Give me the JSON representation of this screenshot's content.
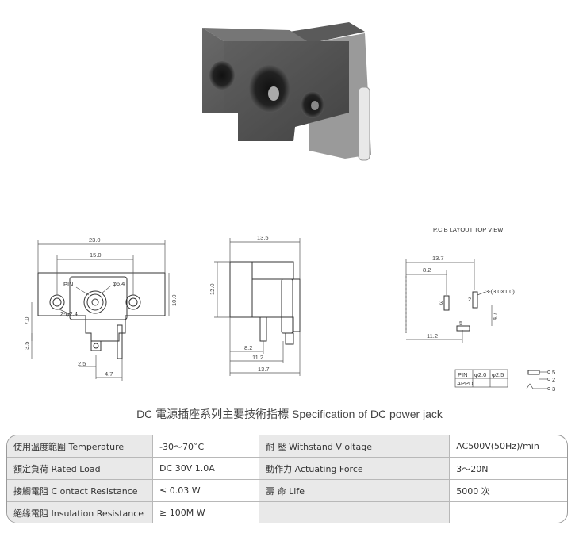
{
  "drawing": {
    "front": {
      "dim_width": "23.0",
      "dim_pitch": "15.0",
      "pin_label": "PIN",
      "dim_center_hole": "φ6.4",
      "dim_side_holes": "2-φ2.4",
      "dim_height": "10.0",
      "dim_center_height": "7.0",
      "dim_foot": "3.5",
      "dim_pin_offset": "2.5",
      "dim_pin_spacing": "4.7"
    },
    "side": {
      "dim_top": "13.5",
      "dim_height": "12.0",
      "dim_a": "8.2",
      "dim_b": "11.2",
      "dim_c": "13.7"
    },
    "pcb": {
      "header": "P.C.B LAYOUT    TOP VIEW",
      "dim_width": "13.7",
      "dim_a": "8.2",
      "dim_b": "11.2",
      "slot_label": "3-(3.0×1.0)",
      "pin_3": "3",
      "pin_2": "2",
      "pin_5": "5",
      "dim_v": "4.7"
    },
    "pin_table": {
      "row1": [
        "PIN",
        "φ2.0",
        "φ2.5"
      ],
      "row2": [
        "APPD",
        "",
        ""
      ]
    },
    "schematic": {
      "p5": "5",
      "p2": "2",
      "p3": "3"
    }
  },
  "title": "DC  電源插座系列主要技術指標 Specification of DC power jack",
  "specs": [
    {
      "label": "使用溫度範圍 Temperature",
      "value": "-30～70˚C",
      "label2": "耐   壓  Withstand V oltage",
      "value2": "AC500V(50Hz)/min"
    },
    {
      "label": "額定負荷  Rated Load",
      "value": "DC  30V  1.0A",
      "label2": "動作力  Actuating Force",
      "value2": "3～20N"
    },
    {
      "label": "接觸電阻  C ontact Resistance",
      "value": "≤ 0.03 W",
      "label2": "壽   命  Life",
      "value2": "5000 次"
    },
    {
      "label": "絕緣電阻  Insulation Resistance",
      "value": "≥ 100M W",
      "label2": "",
      "value2": ""
    }
  ]
}
